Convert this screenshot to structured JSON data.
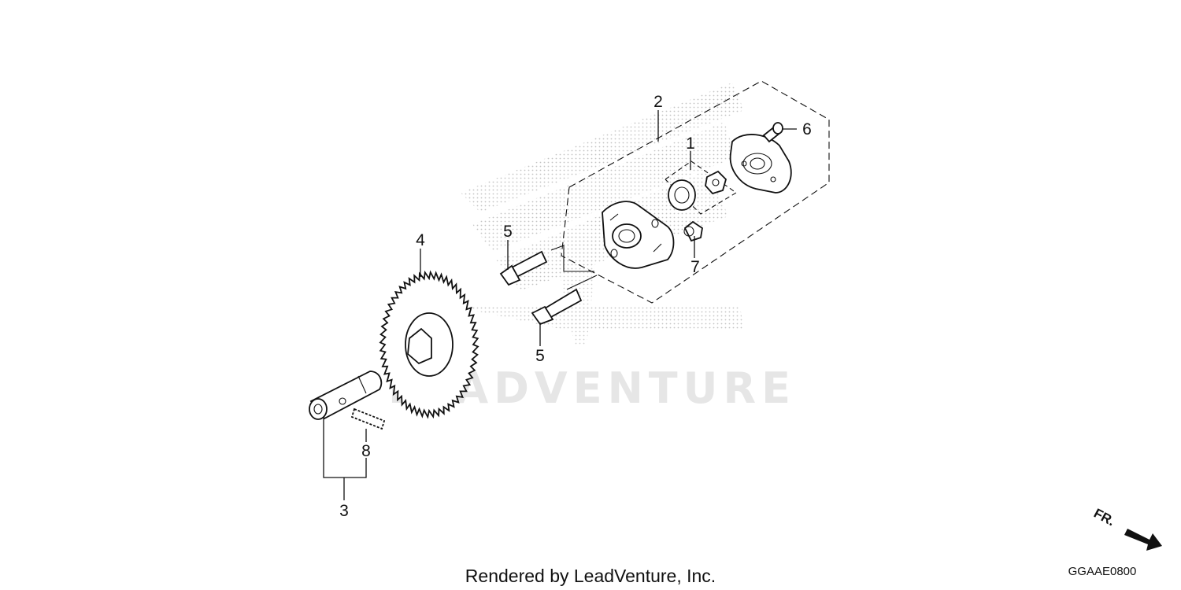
{
  "diagram": {
    "callouts": {
      "p1": "1",
      "p2": "2",
      "p3": "3",
      "p4": "4",
      "p5a": "5",
      "p5b": "5",
      "p6": "6",
      "p7": "7",
      "p8": "8"
    },
    "direction_label": "FR.",
    "drawing_code": "GGAAE0800"
  },
  "watermark": {
    "text": "LEADVENTURE"
  },
  "footer": {
    "credit": "Rendered by LeadVenture, Inc."
  }
}
